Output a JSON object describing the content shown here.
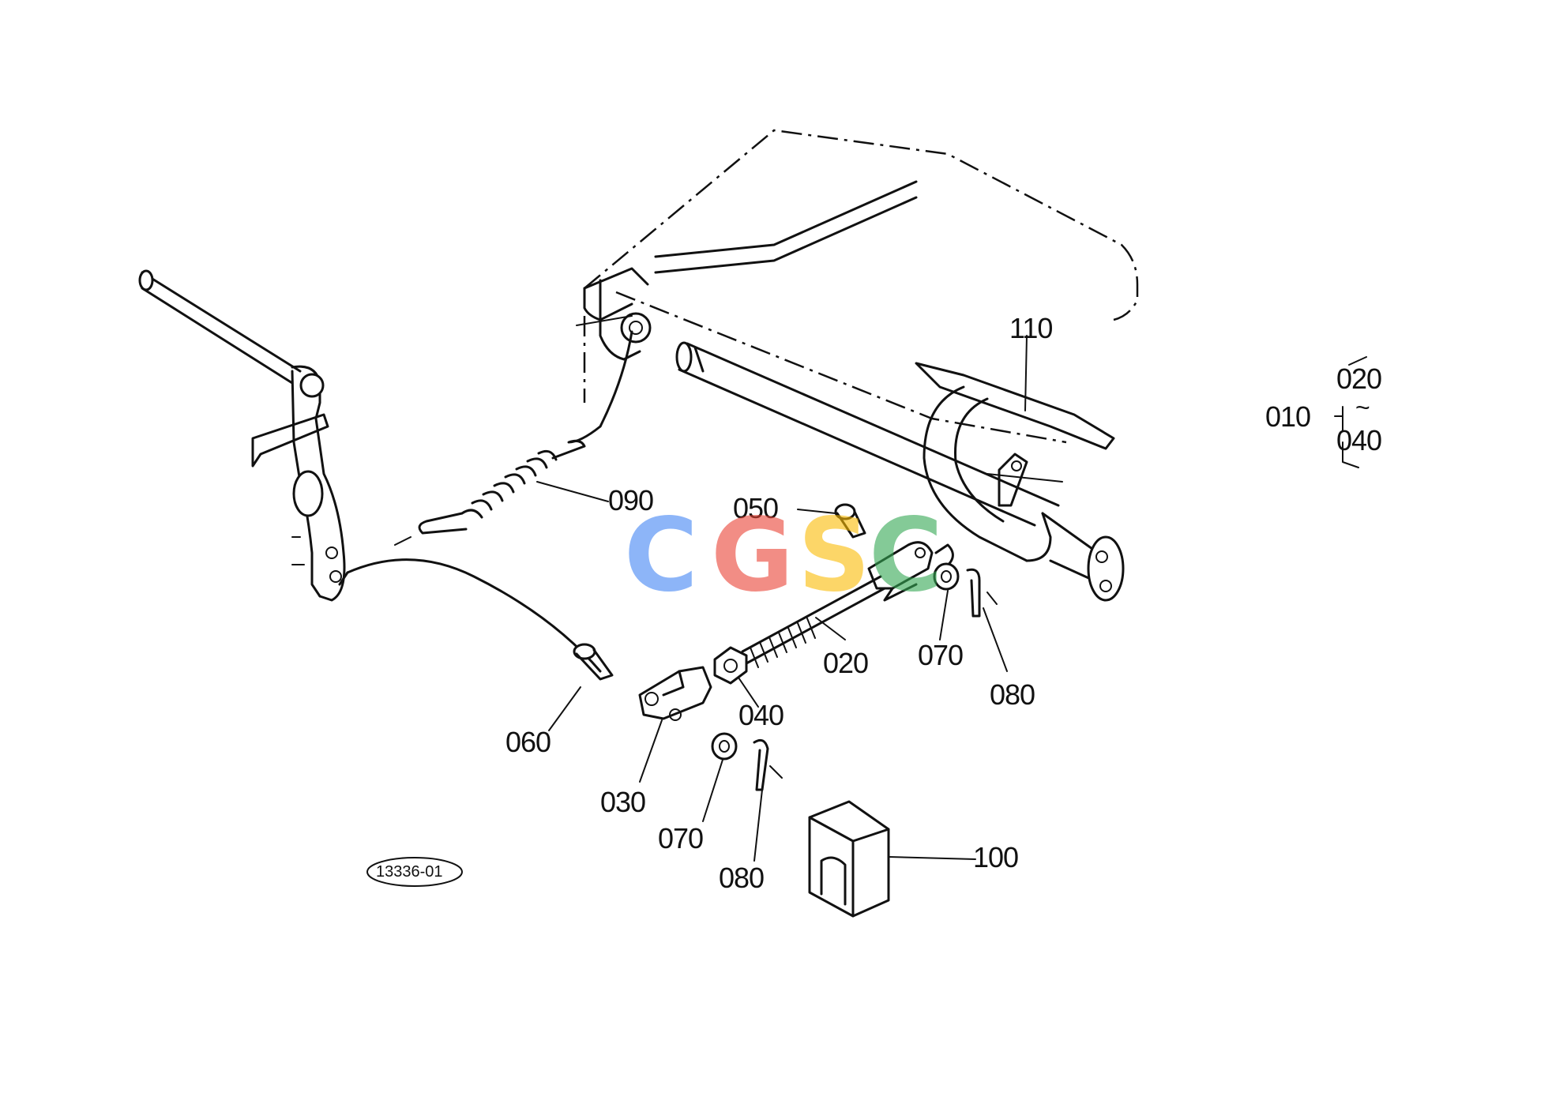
{
  "callouts": {
    "c010": "010",
    "c020_range_top": "020",
    "c040_range_bottom": "040",
    "c110": "110",
    "c090": "090",
    "c050": "050",
    "c020": "020",
    "c070_right": "070",
    "c080_right": "080",
    "c040": "040",
    "c060": "060",
    "c030": "030",
    "c070_left": "070",
    "c080_left": "080",
    "c100": "100"
  },
  "range_symbol": "~",
  "drawing_ref": "13336-01",
  "watermark": {
    "letters": [
      "C",
      "G",
      "S",
      "C"
    ],
    "colors": [
      "#4285F4",
      "#EA4335",
      "#FBBC05",
      "#34A853"
    ]
  }
}
